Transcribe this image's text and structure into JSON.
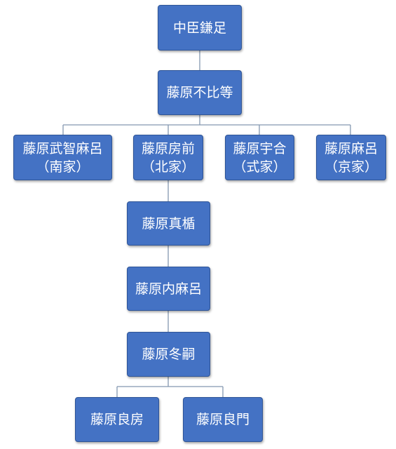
{
  "nodes": {
    "kamatari": {
      "line1": "中臣鎌足"
    },
    "fuhito": {
      "line1": "藤原不比等"
    },
    "muchimaro": {
      "line1": "藤原武智麻呂",
      "line2": "（南家）"
    },
    "fusasaki": {
      "line1": "藤原房前",
      "line2": "（北家）"
    },
    "umakai": {
      "line1": "藤原宇合",
      "line2": "（式家）"
    },
    "maro": {
      "line1": "藤原麻呂",
      "line2": "（京家）"
    },
    "matate": {
      "line1": "藤原真楯"
    },
    "uchimaro": {
      "line1": "藤原内麻呂"
    },
    "fuyutsugu": {
      "line1": "藤原冬嗣"
    },
    "yoshifusa": {
      "line1": "藤原良房"
    },
    "yoshikado": {
      "line1": "藤原良門"
    }
  },
  "colors": {
    "node_fill": "#4472c4",
    "node_border": "#2f5597",
    "node_text": "#ffffff",
    "connector": "#8497b0"
  }
}
